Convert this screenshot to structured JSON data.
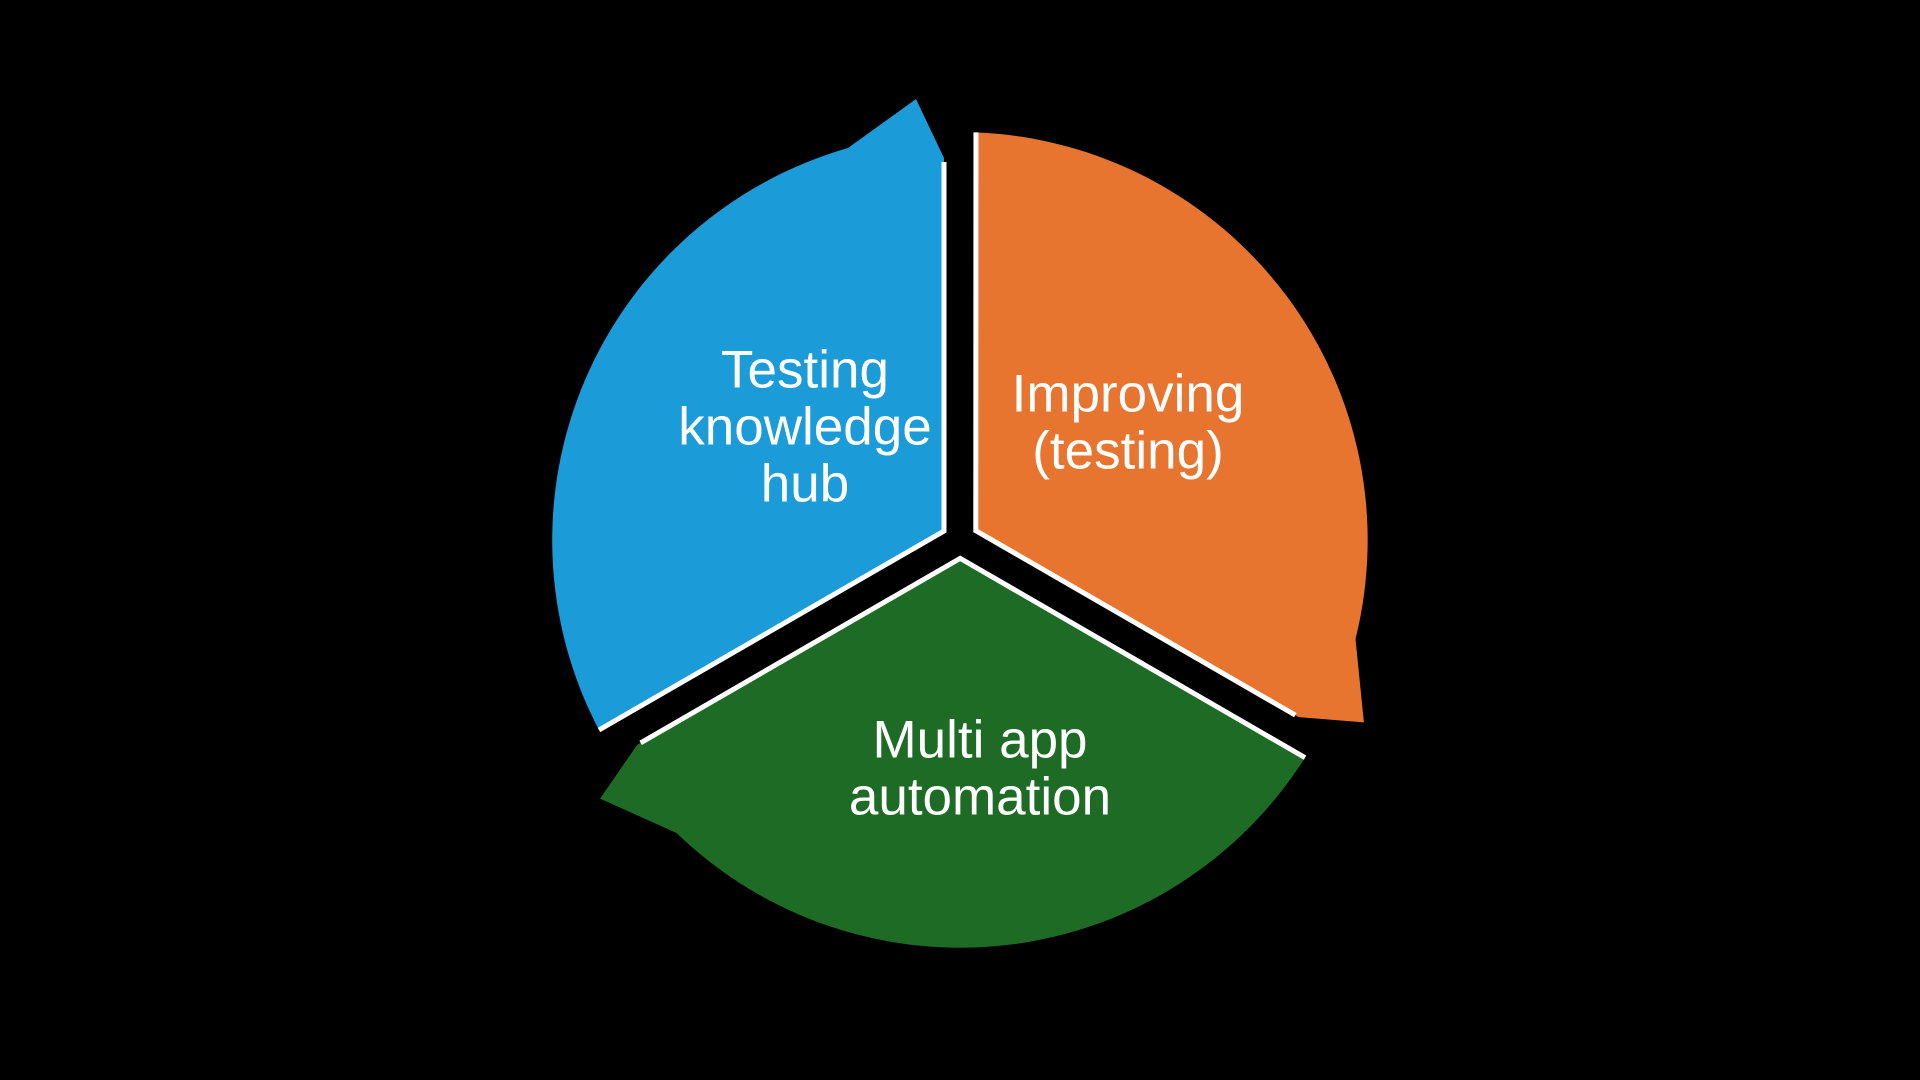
{
  "background_color": "#000000",
  "diagram": {
    "type": "segmented-cycle",
    "direction": "clockwise",
    "outline_color": "#FFFFFF",
    "text_color": "#FFFFFF",
    "segments": [
      {
        "position": "top-left",
        "color": "#1B9BD8",
        "label": "Testing knowledge hub",
        "lines": [
          "Testing",
          "knowledge",
          "hub"
        ]
      },
      {
        "position": "top-right",
        "color": "#E8752F",
        "label": "Improving (testing)",
        "lines": [
          "Improving",
          "(testing)"
        ]
      },
      {
        "position": "bottom",
        "color": "#1E6B26",
        "label": "Multi app automation",
        "lines": [
          "Multi app",
          "automation"
        ]
      }
    ]
  }
}
